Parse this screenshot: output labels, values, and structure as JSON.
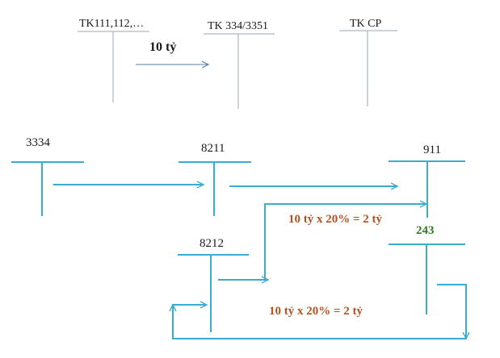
{
  "top_accounts": {
    "tk_cash": "TK111,112,…",
    "tk_tax": "TK 334/3351",
    "tk_cost": "TK CP",
    "transfer_amount": "10 tỷ"
  },
  "lower_accounts": {
    "acc_3334": "3334",
    "acc_8211": "8211",
    "acc_8212": "8212",
    "acc_911": "911",
    "acc_243": "243"
  },
  "formulas": {
    "upper": "10 tỷ x 20% = 2 tỷ",
    "lower": "10 tỷ x 20% = 2 tỷ"
  },
  "colors": {
    "t_account_line_top": "#9aa7b3",
    "t_account_line": "#3aaccf",
    "arrow": "#3aaccf",
    "arrow_top": "#5b7fa8",
    "formula_text": "#b5521f",
    "label_243": "#2e7d1e",
    "text": "#1a1a1a"
  }
}
